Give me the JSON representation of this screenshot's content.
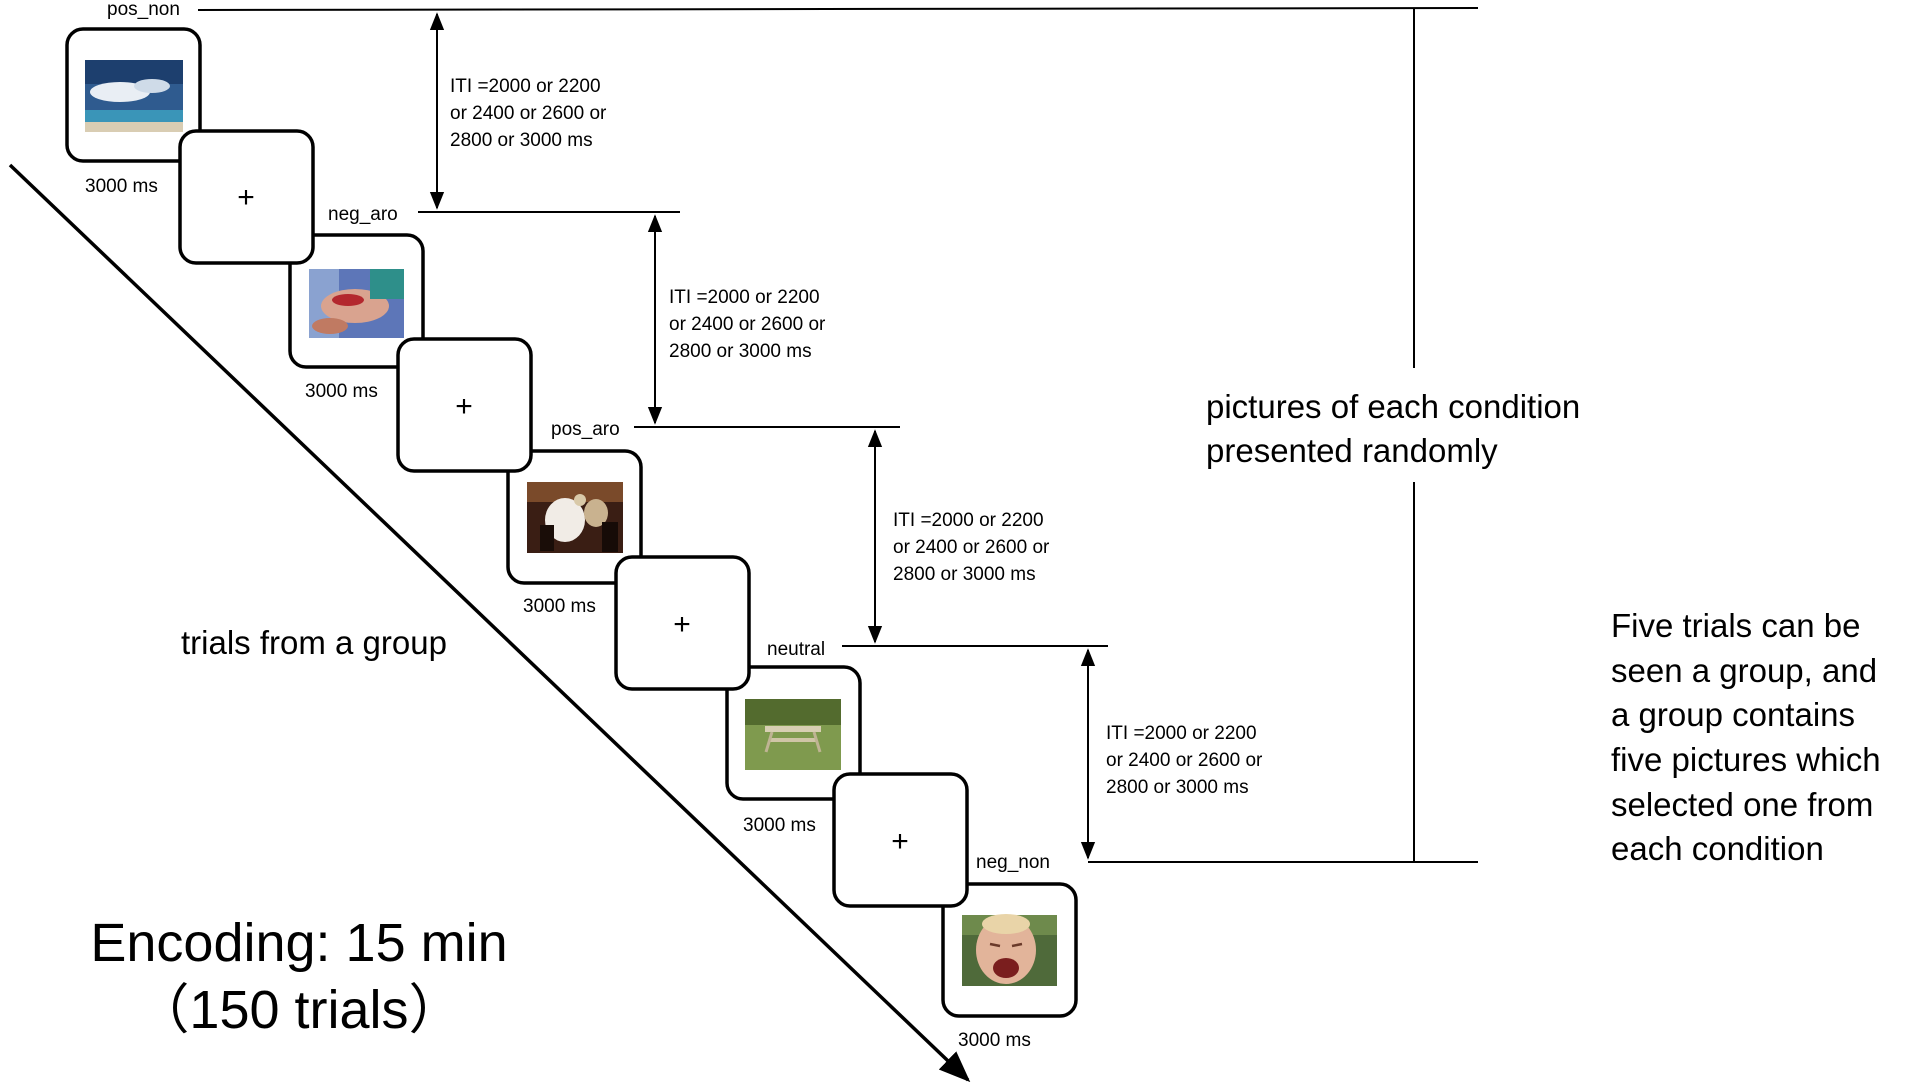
{
  "trials": [
    {
      "condition": "pos_non",
      "duration": "3000 ms",
      "photo": "beach-sky-photo"
    },
    {
      "condition": "neg_aro",
      "duration": "3000 ms",
      "photo": "injured-hand-photo"
    },
    {
      "condition": "pos_aro",
      "duration": "3000 ms",
      "photo": "wedding-celebration-photo"
    },
    {
      "condition": "neutral",
      "duration": "3000 ms",
      "photo": "picnic-table-photo"
    },
    {
      "condition": "neg_non",
      "duration": "3000 ms",
      "photo": "crying-child-photo"
    }
  ],
  "fixation_symbol": "+",
  "iti_lines": [
    "ITI =2000 or 2200",
    "or 2400 or 2600 or",
    "2800 or 3000 ms"
  ],
  "random_note": [
    "pictures of each condition",
    "presented randomly"
  ],
  "trials_label": "trials from a group",
  "encoding_title": [
    "Encoding: 15 min",
    "（150 trials）"
  ],
  "group_note": [
    "Five trials can be",
    "seen a group, and",
    "a group contains",
    "five pictures which",
    "selected one from",
    "each condition"
  ]
}
